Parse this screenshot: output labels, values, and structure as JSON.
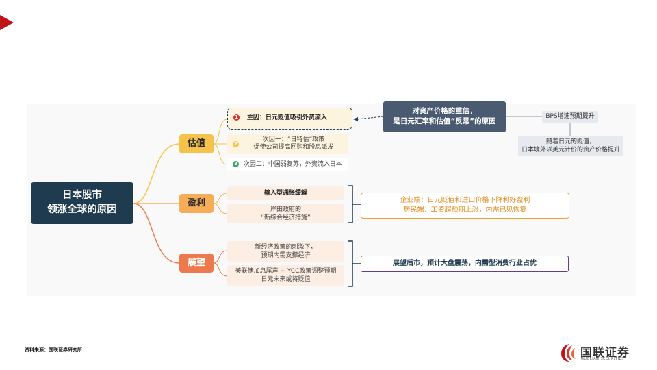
{
  "root": {
    "line1": "日本股市",
    "line2": "领涨全球的原因"
  },
  "branches": {
    "valuation": {
      "label": "估值",
      "items": [
        {
          "num": "1",
          "text": "主因：日元贬值吸引外资流入"
        },
        {
          "num": "2",
          "line1": "次因一：“日特估”政策",
          "line2": "促使公司提高回购和股息派发"
        },
        {
          "num": "3",
          "text": "次因二：中国弱复苏，外资流入日本"
        }
      ],
      "callout": {
        "line1": "对资产价格的重估，",
        "line2": "是日元汇率和估值“反常”的原因"
      },
      "bps": "BPS增速预期提升",
      "note": {
        "line1": "随着日元的贬值，",
        "line2": "日本境外以美元计价的资产价格提升"
      }
    },
    "profit": {
      "label": "盈利",
      "items": [
        {
          "text": "输入型通胀缓解"
        },
        {
          "line1": "岸田政府的",
          "line2": "“新综合经济措施”"
        }
      ],
      "summary": {
        "line1": "企业端：日元贬值和进口价格下降利好盈利",
        "line2": "居民端：工资超预期上涨，内需已见恢复"
      }
    },
    "outlook": {
      "label": "展望",
      "items": [
        {
          "line1": "新经济政策的刺激下，",
          "line2": "预期内需支撑经济"
        },
        {
          "line1": "美联储加息尾声 + YCC政策调整预期",
          "line2": "日元未来或将贬值"
        }
      ],
      "summary": "展望后市，预计大盘震荡，内需型消费行业占优"
    }
  },
  "footer": {
    "source": "资料来源：国联证券研究所",
    "logo_cn": "国联证券",
    "logo_en": "GUOLIAN SECURITIES"
  },
  "colors": {
    "navy": "#1f3b50",
    "valuation": "#f5c24b",
    "profit": "#f7ad57",
    "outlook": "#ec7a4c",
    "accent_red": "#c0141b",
    "summary_orange": "#f0a030",
    "summary_purple": "#6a3a8a",
    "callout_gray": "#4a5a70"
  },
  "icons": [
    "triangle-marker-icon",
    "guolian-logo-icon"
  ]
}
